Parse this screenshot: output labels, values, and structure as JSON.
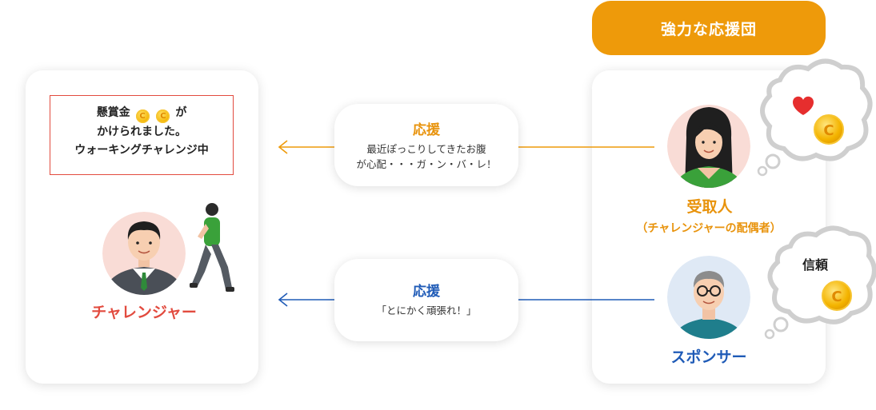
{
  "header": {
    "title": "強力な応援団"
  },
  "challenger": {
    "prize_line1_pre": "懸賞金",
    "prize_line1_post": "が",
    "prize_line2": "かけられました。",
    "prize_line3": "ウォーキングチャレンジ中",
    "label": "チャレンジャー"
  },
  "messages": [
    {
      "title": "応援",
      "line1": "最近ぽっこりしてきたお腹",
      "line2": "が心配・・・ガ・ン・バ・レ！"
    },
    {
      "title": "応援",
      "line1": "「とにかく頑張れ！」"
    }
  ],
  "supporters": {
    "receiver_label": "受取人",
    "receiver_sub": "（チャレンジャーの配偶者）",
    "sponsor_label": "スポンサー",
    "trust_label": "信頼"
  },
  "coin_symbol": "C",
  "colors": {
    "orange": "#ee9a0a",
    "blue": "#1f5bb7",
    "red": "#e24b3f",
    "green": "#3aa13a"
  }
}
